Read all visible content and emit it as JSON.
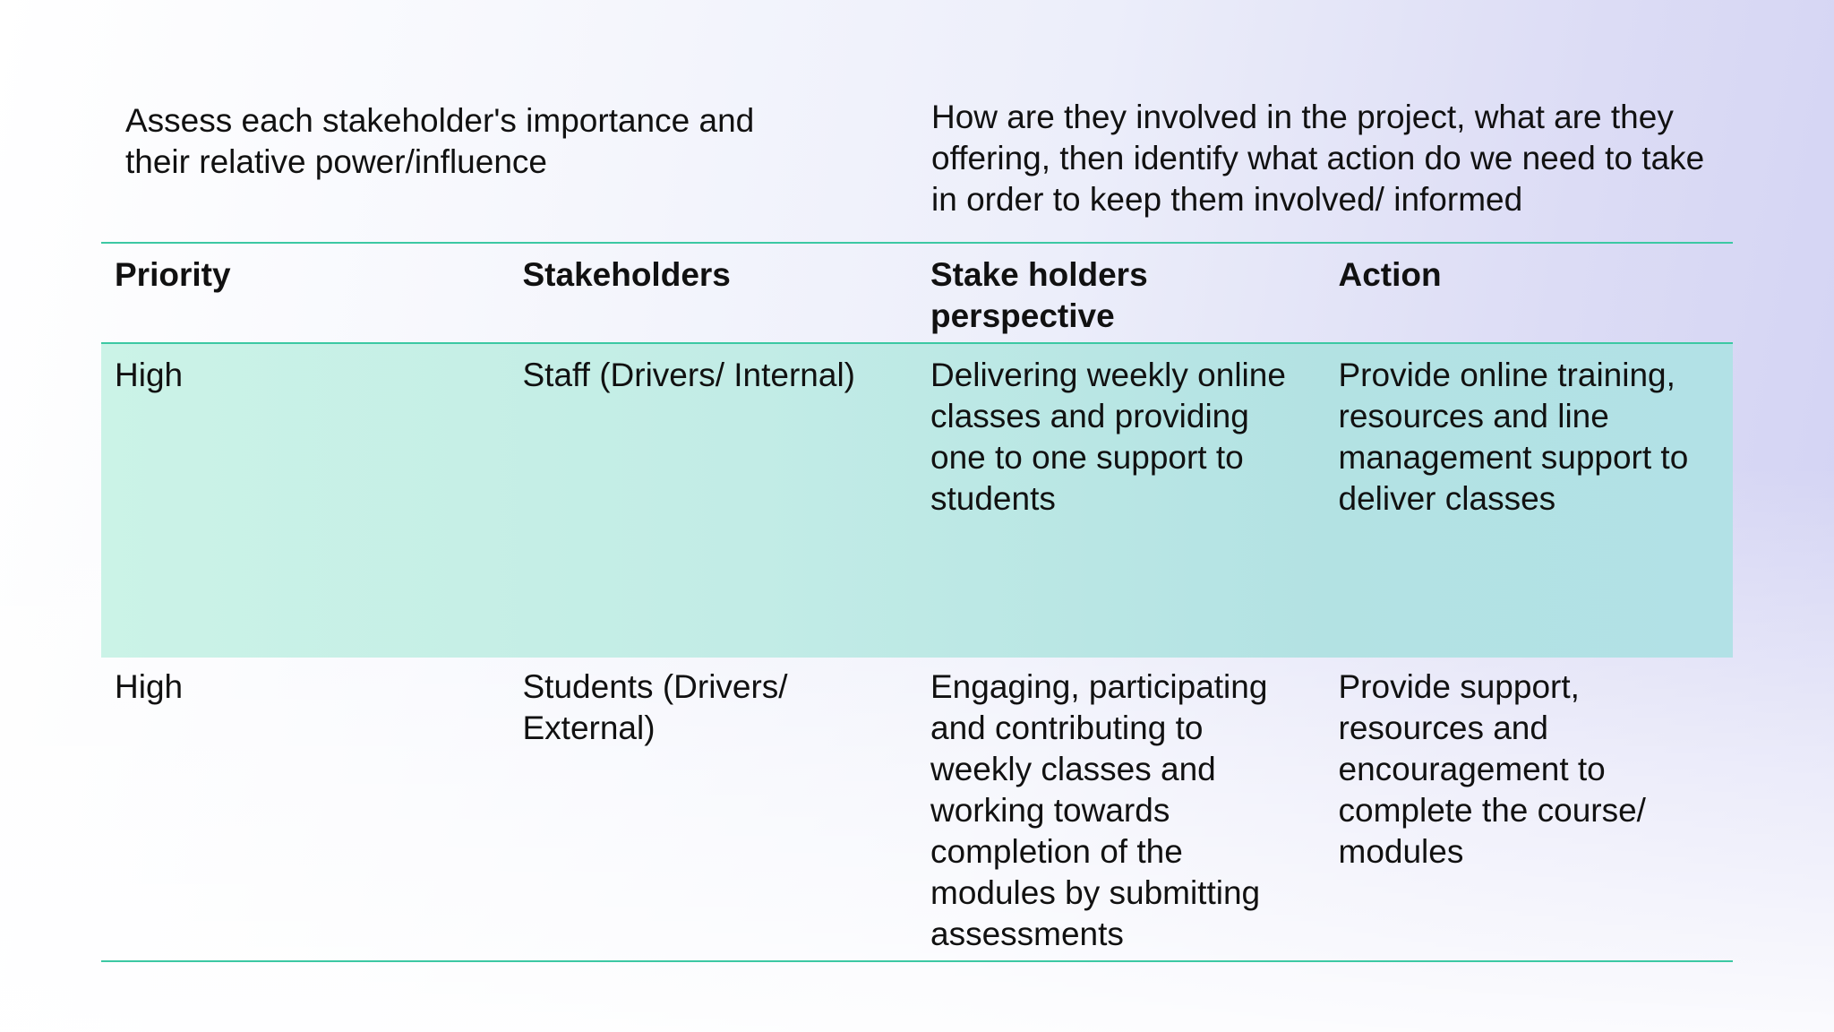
{
  "intro": {
    "left": "Assess each stakeholder's importance and their relative power/influence",
    "right": "How are they involved in the project, what are they offering, then identify what action do we need to take in order to keep them involved/ informed"
  },
  "table": {
    "headers": [
      "Priority",
      "Stakeholders",
      "Stake holders perspective",
      "Action"
    ],
    "rows": [
      [
        "High",
        "Staff (Drivers/ Internal)",
        "Delivering weekly online classes and providing one to one support to students",
        "Provide online training, resources and line management support to deliver classes"
      ],
      [
        "High",
        "Students (Drivers/ External)",
        "Engaging, participating and contributing to weekly classes and working towards completion of the modules by submitting assessments",
        "Provide support, resources and encouragement to complete the course/ modules"
      ]
    ]
  },
  "colors": {
    "rule": "#3cc8a3",
    "highlight_row": "#c2ece6",
    "text": "#111111"
  }
}
